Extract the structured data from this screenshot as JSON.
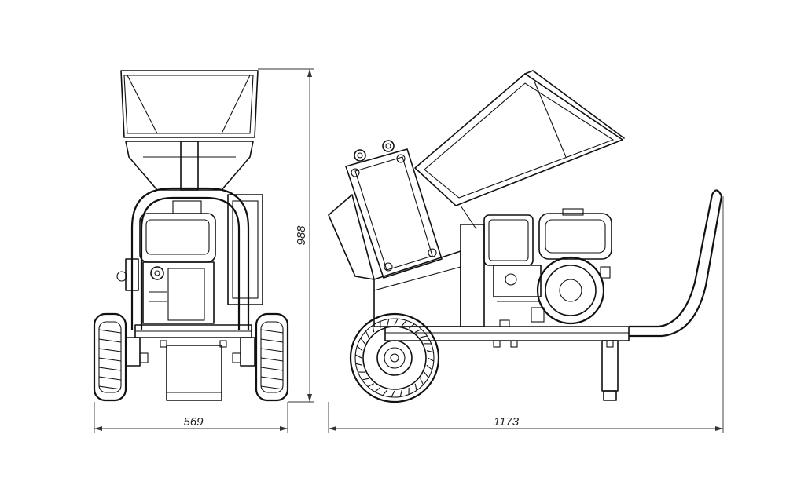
{
  "dimensions": {
    "front_width": "569",
    "height": "988",
    "side_length": "1173"
  }
}
